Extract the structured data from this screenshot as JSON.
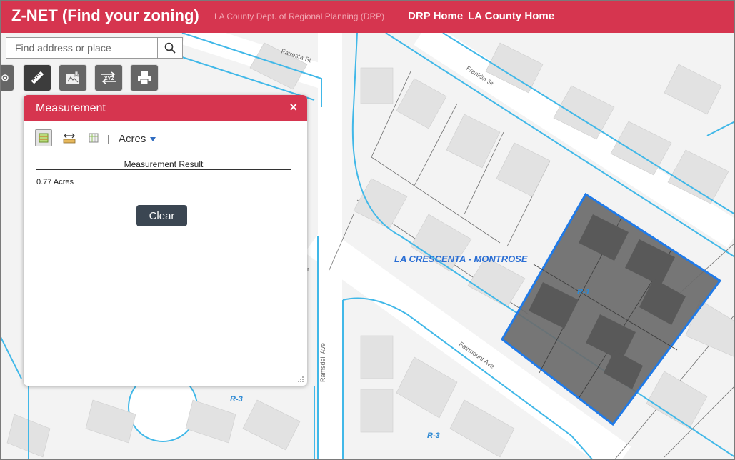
{
  "header": {
    "title": "Z-NET (Find your zoning)",
    "agency": "LA County Dept. of Regional Planning (DRP)",
    "nav": [
      "DRP Home",
      "LA County Home"
    ]
  },
  "search": {
    "placeholder": "Find address or place",
    "value": ""
  },
  "toolbar": {
    "tools": [
      {
        "icon": "locate-icon",
        "active": false
      },
      {
        "icon": "ruler-icon",
        "active": true
      },
      {
        "icon": "map-bookmark-icon",
        "active": false
      },
      {
        "icon": "xyz-coordinates-icon",
        "active": false
      },
      {
        "icon": "print-icon",
        "active": false
      }
    ]
  },
  "measurement": {
    "title": "Measurement",
    "close": "×",
    "tools": [
      "area-icon",
      "distance-icon",
      "location-icon"
    ],
    "separator": "|",
    "unit": "Acres",
    "result_label": "Measurement Result",
    "result_value": "0.77 Acres",
    "clear_label": "Clear"
  },
  "map": {
    "streets": [
      "Fairesta St",
      "Franklin St",
      "Fairmount Ave",
      "Ramsdell Ave"
    ],
    "community_label": "LA CRESCENTA - MONTROSE",
    "zones": [
      "R-1",
      "R-3",
      "R-3"
    ],
    "partial_label": "r",
    "colors": {
      "zone_line": "#41b8e8",
      "selection": "#6b6b6b",
      "selection_border": "#1f7ae8",
      "zone_text": "#2e8ad4",
      "community_text": "#2a6ed4"
    }
  }
}
